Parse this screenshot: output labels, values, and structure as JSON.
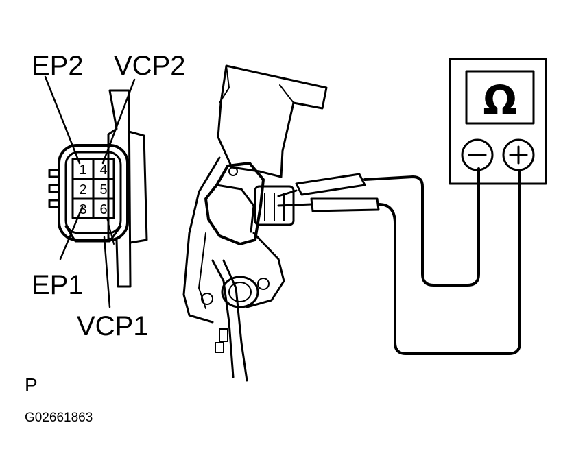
{
  "diagram": {
    "labels": {
      "ep2": "EP2",
      "vcp2": "VCP2",
      "ep1": "EP1",
      "vcp1": "VCP1",
      "view": "P",
      "figure_id": "G02661863"
    },
    "connector": {
      "pins": [
        "1",
        "2",
        "3",
        "4",
        "5",
        "6"
      ]
    },
    "meter": {
      "symbol": "Ω",
      "minus_icon": "minus-terminal-icon",
      "plus_icon": "plus-terminal-icon"
    },
    "colors": {
      "ink": "#000000",
      "paper": "#ffffff"
    }
  }
}
